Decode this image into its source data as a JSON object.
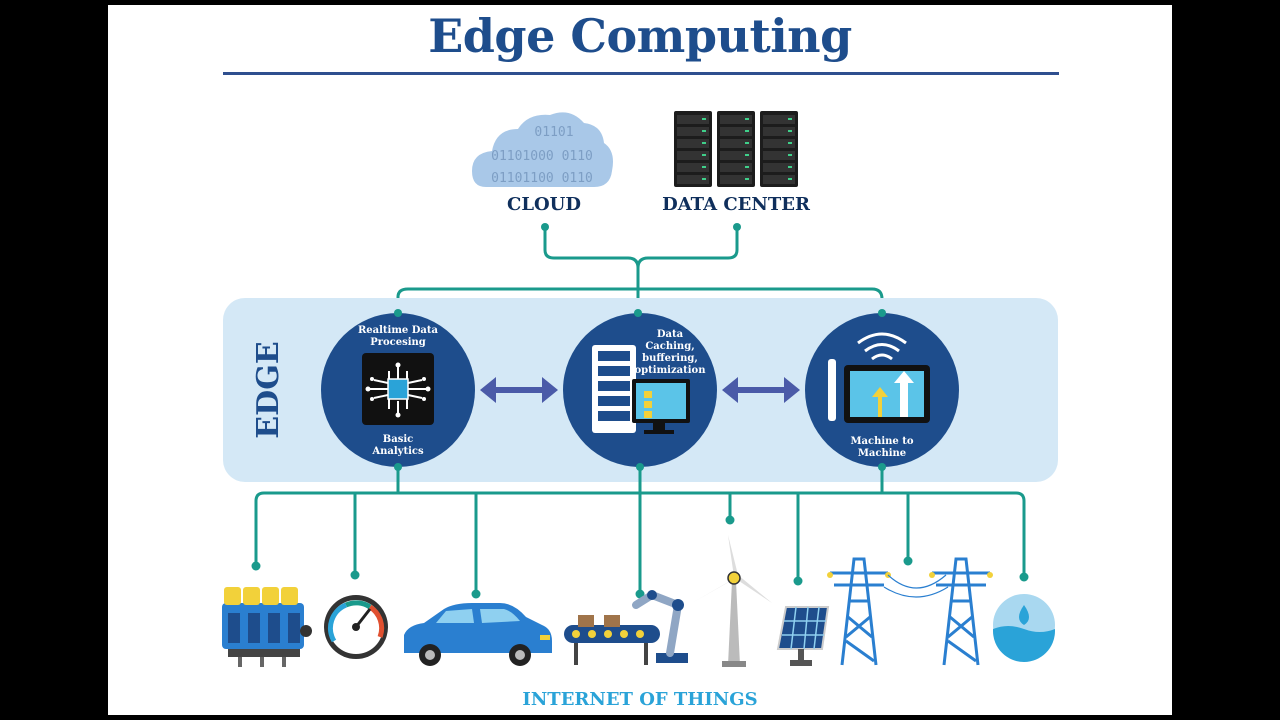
{
  "title": "Edge Computing",
  "top": {
    "cloud": {
      "label": "CLOUD",
      "binary": [
        "01101",
        "01101000 0110",
        "01101100 0110"
      ]
    },
    "datacenter": {
      "label": "DATA CENTER"
    }
  },
  "edge": {
    "label": "EDGE",
    "nodes": [
      {
        "top_text": [
          "Realtime Data",
          "Procesing"
        ],
        "bottom_text": [
          "Basic",
          "Analytics"
        ],
        "icon": "chip-icon"
      },
      {
        "top_text": [
          "Data",
          "Caching,",
          "buffering,",
          "optimization"
        ],
        "bottom_text": [],
        "icon": "server-monitor-icon"
      },
      {
        "top_text": [],
        "bottom_text": [
          "Machine to",
          "Machine"
        ],
        "icon": "tablet-wireless-icon"
      }
    ]
  },
  "iot": {
    "label": "INTERNET OF THINGS",
    "devices": [
      "engine-icon",
      "gauge-icon",
      "car-icon",
      "robot-arm-conveyor-icon",
      "wind-turbine-icon",
      "solar-panel-icon",
      "power-pylon-icon",
      "power-pylon-icon",
      "water-drop-icon"
    ]
  },
  "colors": {
    "navy": "#1e4d8c",
    "dark_navy": "#0f2f5c",
    "edge_band": "#d4e8f6",
    "connector": "#1a9a8c",
    "arrow": "#4a5aa8",
    "iot_label": "#2aa3d8"
  }
}
